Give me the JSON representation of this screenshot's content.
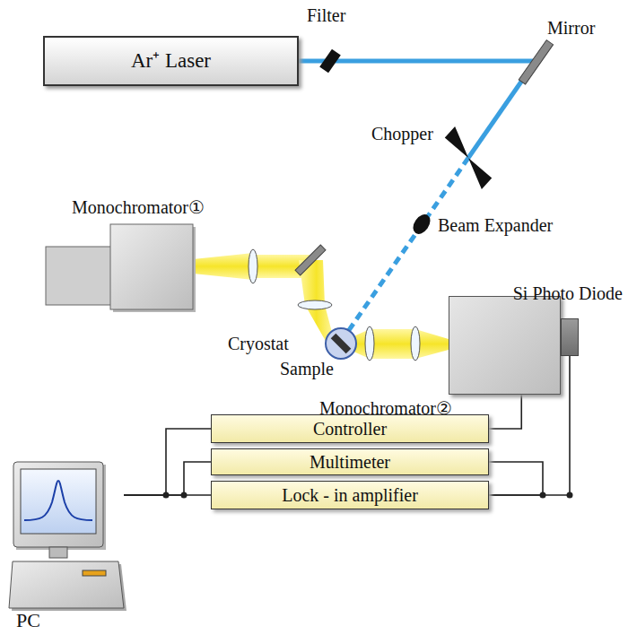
{
  "diagram": {
    "nodes": [
      {
        "text": [
          "Ar⁺ Laser"
        ]
      },
      {
        "text": [
          "Monochromator①"
        ]
      },
      {
        "text": [
          "Monochromator②"
        ]
      },
      {
        "text": [
          "Si Photo Diode"
        ]
      },
      {
        "text": [
          "Controller"
        ]
      },
      {
        "text": [
          "Multimeter"
        ]
      },
      {
        "text": [
          "Lock - in amplifier"
        ]
      },
      {
        "text": [
          "PC"
        ]
      }
    ],
    "edges": [
      {
        "from": 2,
        "to": 4,
        "arrow": "none"
      },
      {
        "from": 3,
        "to": 6,
        "arrow": "none"
      },
      {
        "from": 5,
        "to": 6,
        "arrow": "none"
      },
      {
        "from": 7,
        "to": 4,
        "arrow": "none"
      },
      {
        "from": 7,
        "to": 5,
        "arrow": "none"
      },
      {
        "from": 7,
        "to": 6,
        "arrow": "none"
      }
    ],
    "labels": [
      "Filter",
      "Mirror",
      "Chopper",
      "Beam Expander",
      "Cryostat",
      "Sample"
    ]
  }
}
